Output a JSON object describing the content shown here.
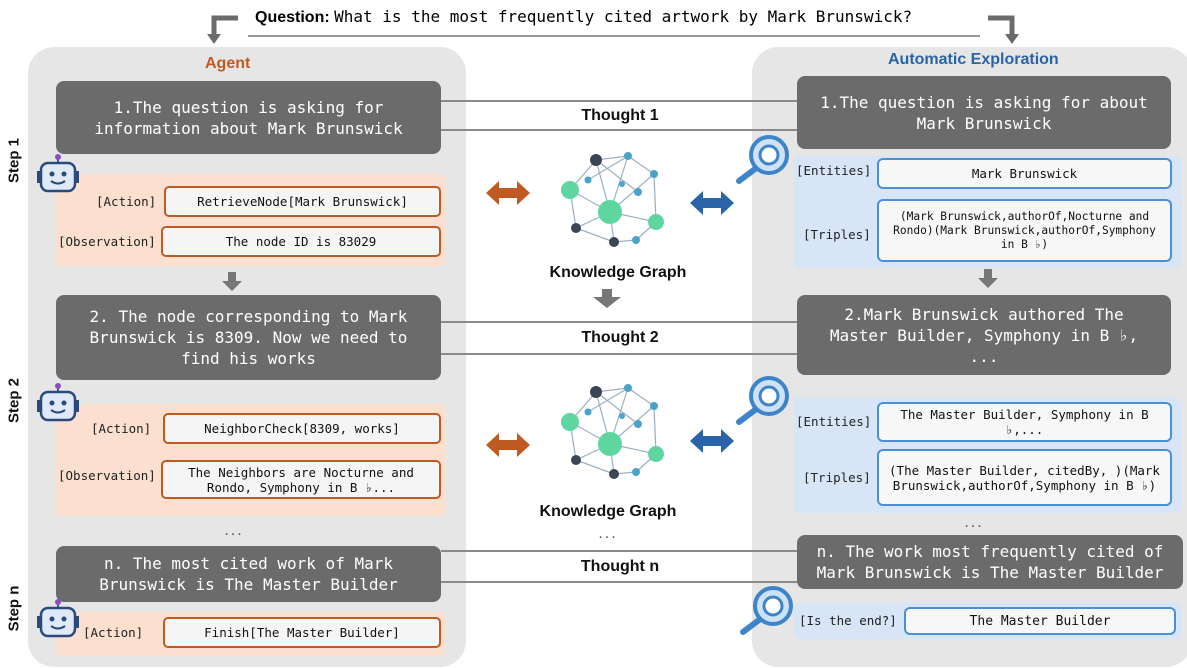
{
  "question": {
    "label": "Question:",
    "text": "What is the most frequently cited artwork by Mark Brunswick?"
  },
  "left_panel_title": "Agent",
  "right_panel_title": "Automatic Exploration",
  "steps": [
    "Step 1",
    "Step 2",
    "Step n"
  ],
  "thought_labels": [
    "Thought 1",
    "Thought 2",
    "Thought n"
  ],
  "kg_label": "Knowledge Graph",
  "ellipsis": "...",
  "agent": {
    "thought1": "1.The question is asking for\ninformation about Mark Brunswick",
    "thought2": "2. The node corresponding to Mark\nBrunswick is 8309. Now we need to\nfind his works",
    "thoughtn": "n. The most cited work of Mark\nBrunswick is The Master Builder",
    "action_label": "[Action]",
    "observation_label": "[Observation]",
    "action1": "RetrieveNode[Mark Brunswick]",
    "observation1": "The node ID is 83029",
    "action2": "NeighborCheck[8309, works]",
    "observation2": "The Neighbors are Nocturne and\nRondo, Symphony in B ♭...",
    "actionn": "Finish[The Master Builder]"
  },
  "explore": {
    "thought1": "1.The question is asking for about\nMark Brunswick",
    "thought2": "2.Mark Brunswick authored The\nMaster Builder, Symphony in B ♭,\n...",
    "thoughtn": "n. The work most frequently cited of\nMark Brunswick is The Master Builder",
    "entities_label": "[Entities]",
    "triples_label": "[Triples]",
    "end_label": "[Is the end?]",
    "entities1": "Mark Brunswick",
    "triples1": "(Mark Brunswick,authorOf,Nocturne and Rondo)(Mark Brunswick,authorOf,Symphony in B ♭)",
    "entities2": "The Master Builder, Symphony in B ♭,...",
    "triples2": "(The Master Builder, citedBy, )(Mark Brunswick,authorOf,Symphony in B ♭)",
    "end_answer": "The Master Builder"
  },
  "colors": {
    "agent_orange": "#c05a23",
    "explore_blue": "#2a64a8",
    "panel_gray": "#e6e6e6",
    "thought_gray": "#6b6b6b"
  }
}
